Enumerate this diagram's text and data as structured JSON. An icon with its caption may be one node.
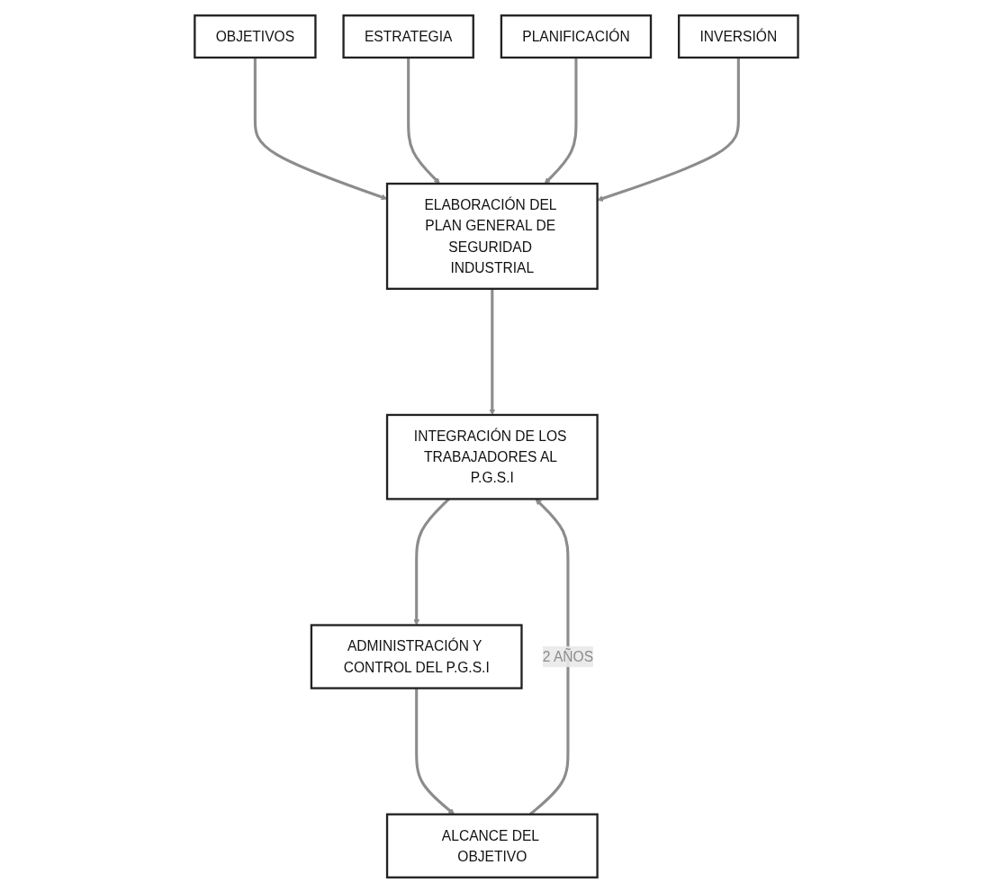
{
  "diagram": {
    "nodes": [
      {
        "text": [
          "OBJETIVOS"
        ]
      },
      {
        "text": [
          "ESTRATEGIA"
        ]
      },
      {
        "text": [
          "PLANIFICACIÓN"
        ]
      },
      {
        "text": [
          "INVERSIÓN"
        ]
      },
      {
        "text": [
          "ALCANCE DEL OBJETIVO"
        ]
      },
      {
        "text": [
          "ELABORACIÓN DEL PLAN GENERAL DE SEGURIDAD INDUSTRIAL"
        ]
      },
      {
        "text": [
          "INTEGRACIÓN DE LOS TRABAJADORES AL P.G.S.I"
        ]
      },
      {
        "text": [
          "ADMINISTRACIÓN Y CONTROL DEL P.G.S.I"
        ]
      }
    ],
    "edges": [
      {
        "from": 0,
        "to": 5,
        "arrow": "to"
      },
      {
        "from": 1,
        "to": 5,
        "arrow": "to"
      },
      {
        "from": 2,
        "to": 5,
        "arrow": "to"
      },
      {
        "from": 3,
        "to": 5,
        "arrow": "to"
      },
      {
        "from": 4,
        "to": 6,
        "arrow": "to",
        "label": "2 AÑOS"
      },
      {
        "from": 5,
        "to": 6,
        "arrow": "to"
      },
      {
        "from": 6,
        "to": 7,
        "arrow": "to"
      },
      {
        "from": 7,
        "to": 4,
        "arrow": "to"
      }
    ]
  }
}
